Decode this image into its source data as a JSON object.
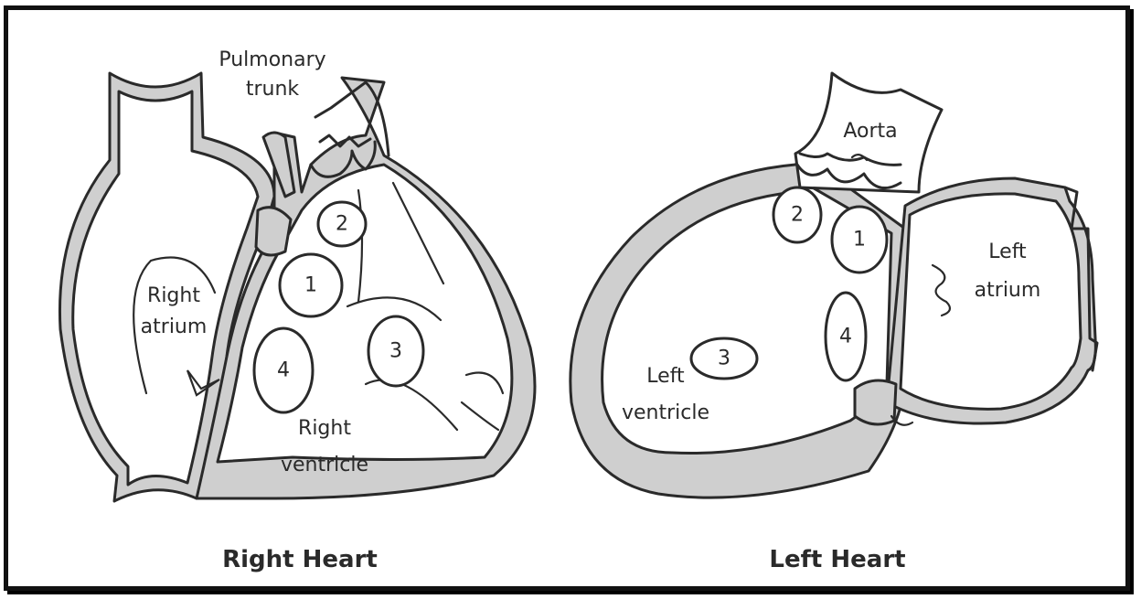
{
  "right_heart": {
    "caption": "Right Heart",
    "labels": {
      "pulmonary_trunk_line1": "Pulmonary",
      "pulmonary_trunk_line2": "trunk",
      "right_atrium_line1": "Right",
      "right_atrium_line2": "atrium",
      "right_ventricle_line1": "Right",
      "right_ventricle_line2": "ventricle"
    },
    "markers": [
      "1",
      "2",
      "3",
      "4"
    ]
  },
  "left_heart": {
    "caption": "Left Heart",
    "labels": {
      "aorta": "Aorta",
      "left_atrium_line1": "Left",
      "left_atrium_line2": "atrium",
      "left_ventricle_line1": "Left",
      "left_ventricle_line2": "ventricle"
    },
    "markers": [
      "1",
      "2",
      "3",
      "4"
    ]
  }
}
